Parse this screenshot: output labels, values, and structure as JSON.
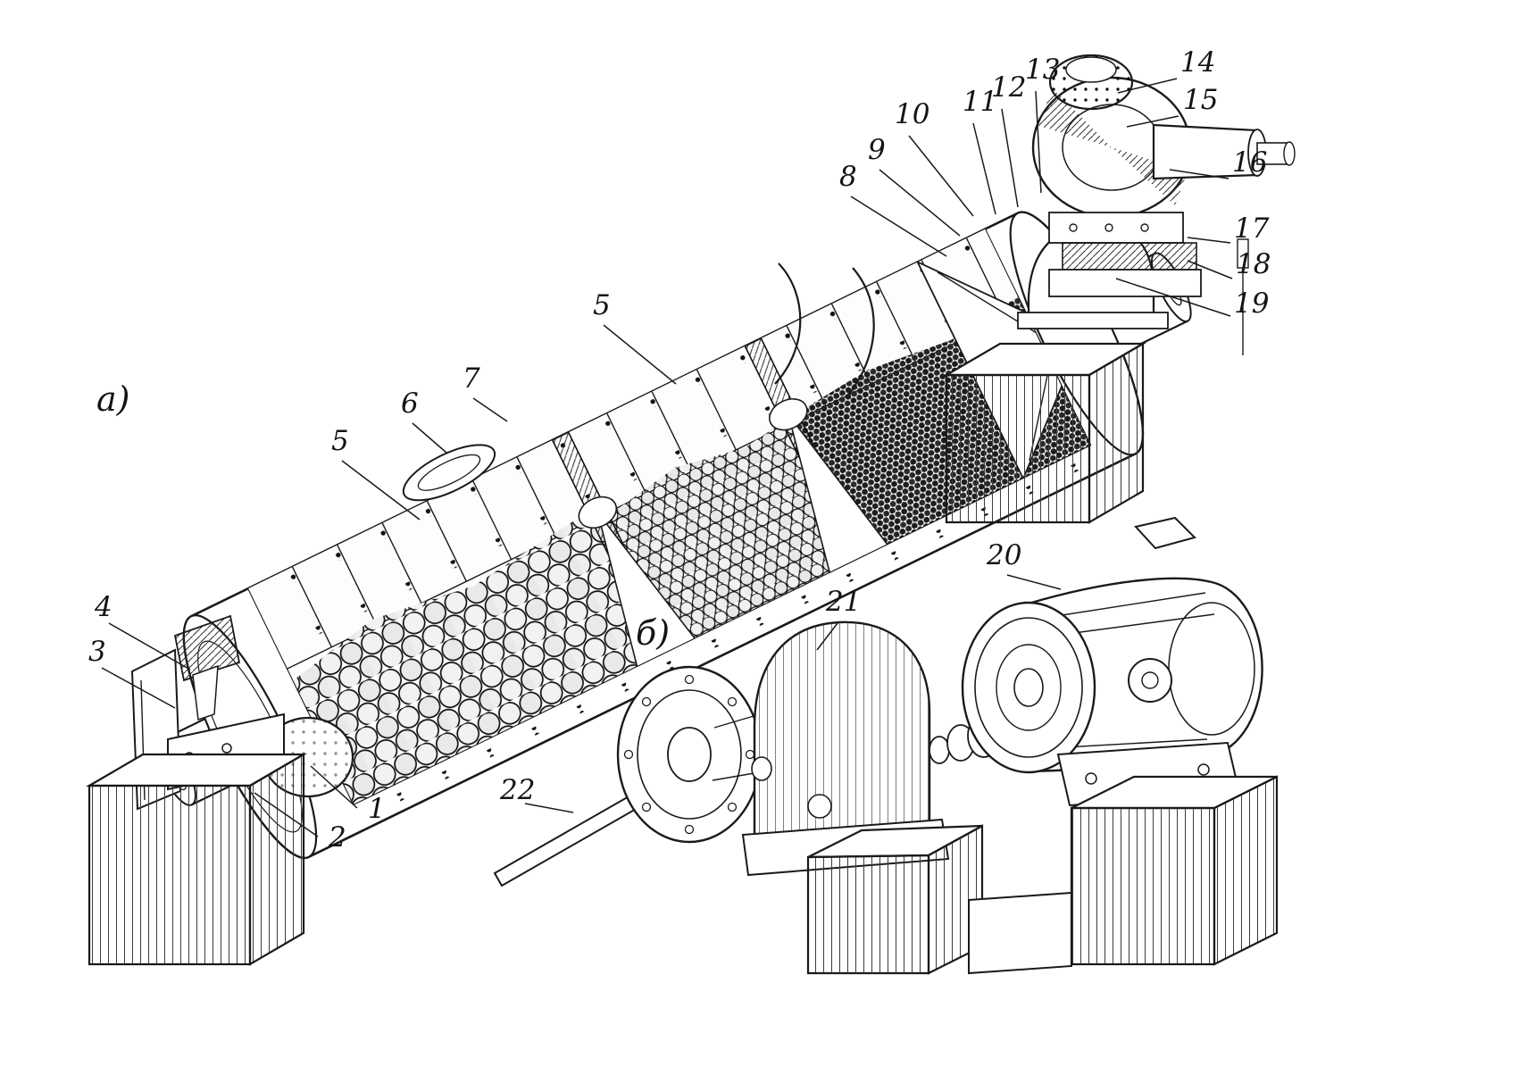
{
  "figure": {
    "type": "technical-drawing",
    "description_language": "ru",
    "subfigure_labels": {
      "a": "а)",
      "b": "б)"
    },
    "callouts": [
      {
        "t": "1"
      },
      {
        "t": "2"
      },
      {
        "t": "3"
      },
      {
        "t": "4"
      },
      {
        "t": "5"
      },
      {
        "t": "5"
      },
      {
        "t": "6"
      },
      {
        "t": "7"
      },
      {
        "t": "8"
      },
      {
        "t": "9"
      },
      {
        "t": "10"
      },
      {
        "t": "11"
      },
      {
        "t": "12"
      },
      {
        "t": "13"
      },
      {
        "t": "14"
      },
      {
        "t": "15"
      },
      {
        "t": "16"
      },
      {
        "t": "17"
      },
      {
        "t": "18"
      },
      {
        "t": "19"
      },
      {
        "t": "20"
      },
      {
        "t": "21"
      },
      {
        "t": "22"
      }
    ],
    "ink_color": "#1a1a1a",
    "paper_color": "#ffffff"
  }
}
